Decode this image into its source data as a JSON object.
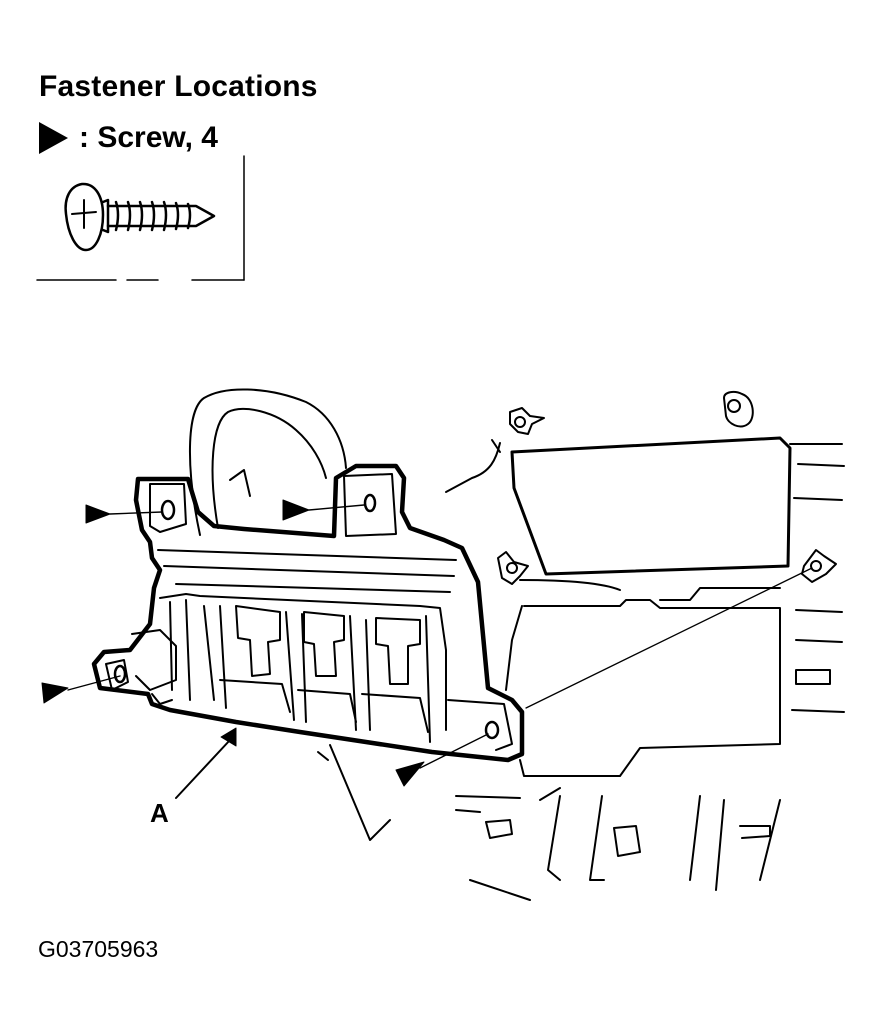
{
  "header": {
    "title": "Fastener Locations"
  },
  "legend": {
    "symbol": "arrowhead-icon",
    "label": ": Screw, 4"
  },
  "diagram": {
    "callout_label": "A",
    "fastener_icon": "screw-icon",
    "part_icon": "fuse-box-bracket"
  },
  "footer": {
    "figure_code": "G03705963"
  },
  "colors": {
    "ink": "#000000",
    "paper": "#ffffff"
  }
}
